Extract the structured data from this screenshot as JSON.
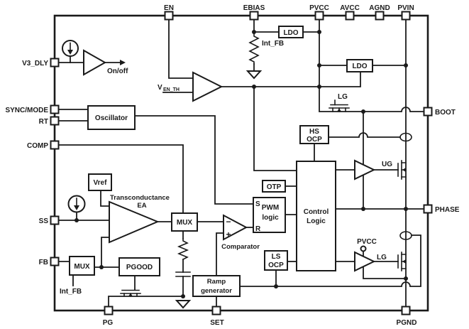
{
  "pins": {
    "en": "EN",
    "ebias": "EBIAS",
    "pvcc": "PVCC",
    "avcc": "AVCC",
    "agnd": "AGND",
    "pvin": "PVIN",
    "v3_dly": "V3_DLY",
    "sync_mode": "SYNC/MODE",
    "rt": "RT",
    "comp": "COMP",
    "ss": "SS",
    "fb": "FB",
    "boot": "BOOT",
    "phase": "PHASE",
    "pg": "PG",
    "set": "SET",
    "pgnd": "PGND"
  },
  "blocks": {
    "ldo_top": "LDO",
    "ldo_mid": "LDO",
    "oscillator": "Oscillator",
    "vref": "Vref",
    "mux_fb": "MUX",
    "mux_ea": "MUX",
    "pgood": "PGOOD",
    "otp": "OTP",
    "pwm_set": "S",
    "pwm_reset": "R",
    "pwm_line1": "PWM",
    "pwm_line2": "logic",
    "control_line1": "Control",
    "control_line2": "Logic",
    "hs_ocp_line1": "HS",
    "hs_ocp_line2": "OCP",
    "ls_ocp_line1": "LS",
    "ls_ocp_line2": "OCP",
    "ramp_line1": "Ramp",
    "ramp_line2": "generator"
  },
  "labels": {
    "on_off": "On/off",
    "ven_v": "V",
    "ven_sub": "EN_TH",
    "int_fb_ebias": "Int_FB",
    "int_fb_mux": "Int_FB",
    "transconductance": "Transconductance",
    "ea": "EA",
    "comparator": "Comparator",
    "minus": "−",
    "plus": "+",
    "lg_bootstrap": "LG",
    "ug": "UG",
    "lg_output": "LG",
    "pvcc_internal": "PVCC"
  },
  "colors": {
    "ink": "#1a1a1a",
    "background": "#ffffff"
  }
}
